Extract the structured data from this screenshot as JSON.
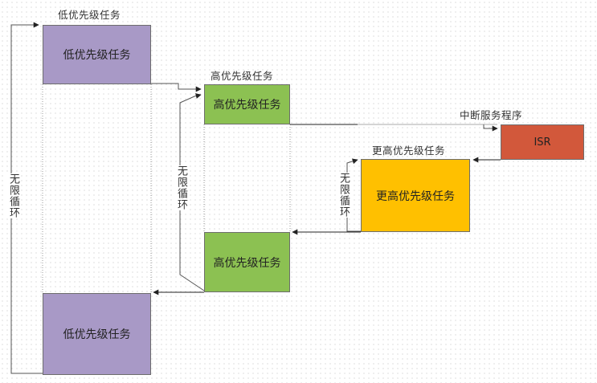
{
  "colors": {
    "low": "#a899c6",
    "high": "#8cc152",
    "higher": "#ffc000",
    "isr": "#d2583b"
  },
  "labels": {
    "low_task_caption": "低优先级任务",
    "high_task_caption": "高优先级任务",
    "isr_caption": "中断服务程序",
    "higher_task_caption": "更高优先级任务"
  },
  "boxes": {
    "low_task_top": "低优先级任务",
    "high_task_top": "高优先级任务",
    "isr": "ISR",
    "higher_task": "更高优先级任务",
    "high_task_bottom": "高优先级任务",
    "low_task_bottom": "低优先级任务"
  },
  "loops": {
    "outer": "无限循环",
    "middle": "无限循环",
    "inner": "无限循环"
  }
}
